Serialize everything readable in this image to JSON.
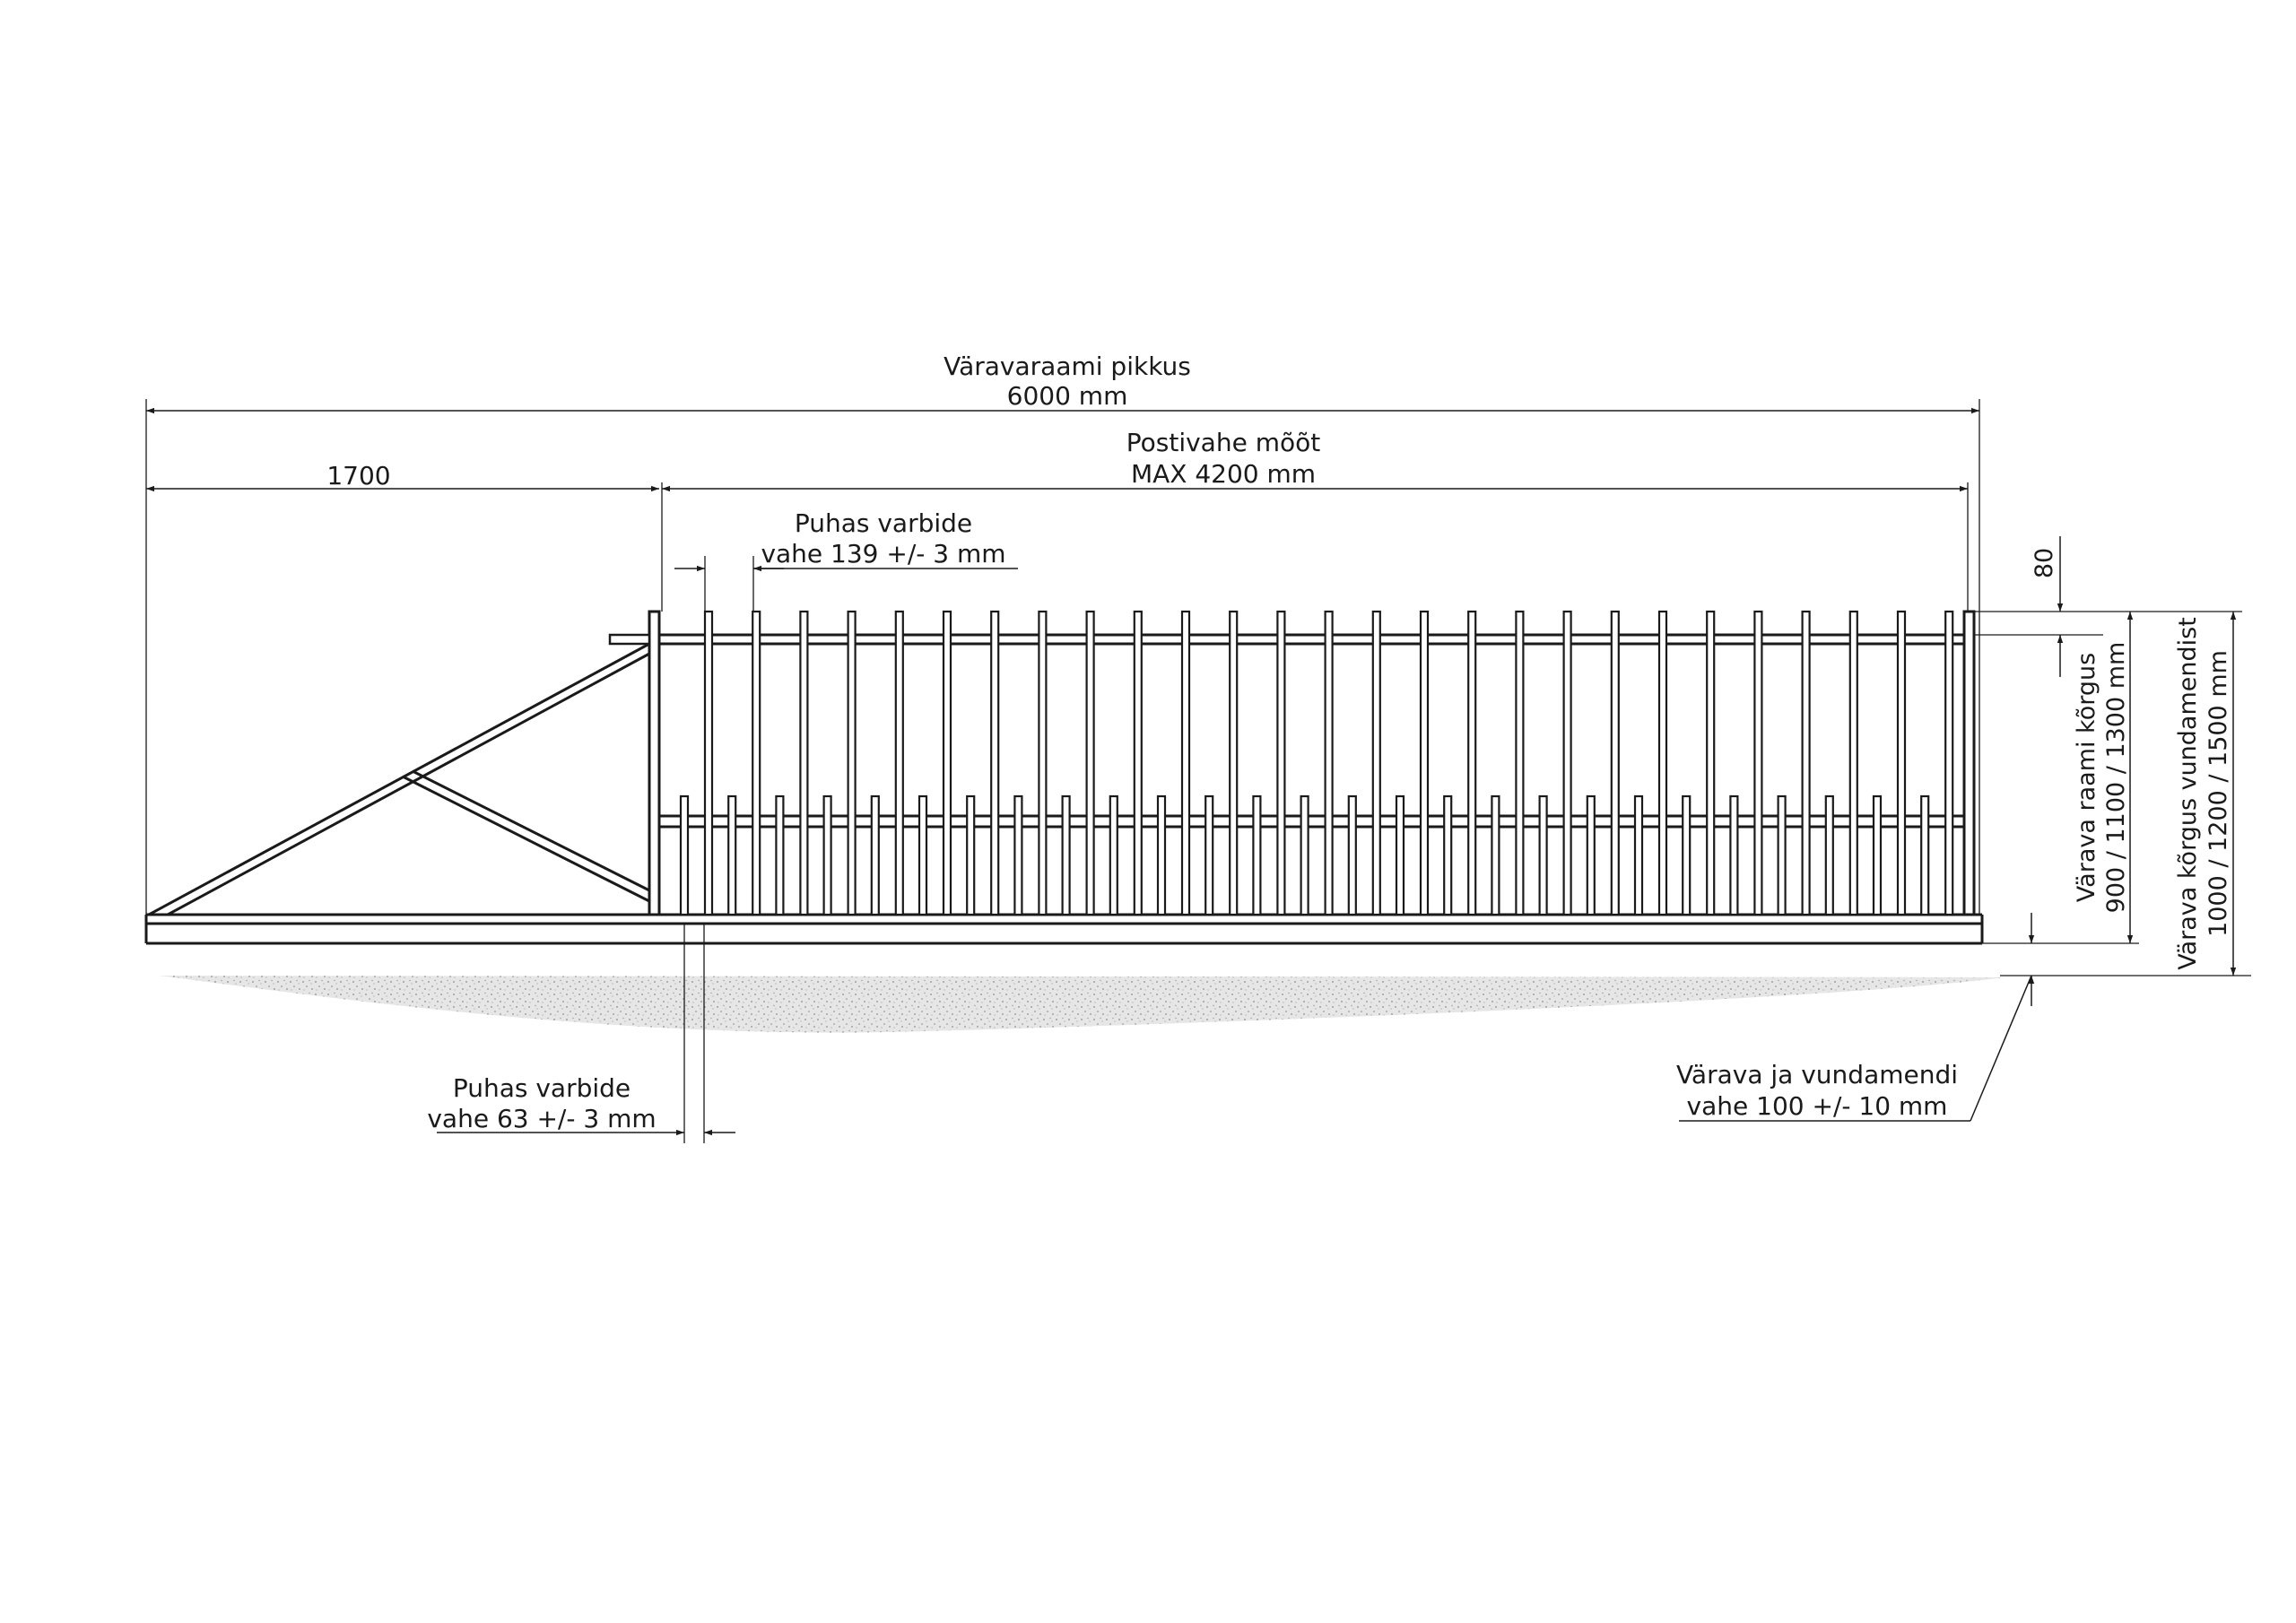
{
  "labels": {
    "total_length_title": "Väravaraami pikkus",
    "total_length_value": "6000 mm",
    "counterweight_length": "1700",
    "post_gap_title": "Postivahe mõõt",
    "post_gap_value": "MAX 4200 mm",
    "top_spacing_title": "Puhas varbide",
    "top_spacing_value": "vahe 139 +/- 3 mm",
    "top_offset": "80",
    "frame_height_title": "Värava raami kõrgus",
    "frame_height_value": "900 / 1100 / 1300 mm",
    "total_height_title": "Värava kõrgus vundamendist",
    "total_height_value": "1000 / 1200 / 1500 mm",
    "bottom_spacing_title": "Puhas varbide",
    "bottom_spacing_value": "vahe 63 +/- 3 mm",
    "foundation_gap_title": "Värava ja vundamendi",
    "foundation_gap_value": "vahe 100 +/- 10 mm"
  },
  "colors": {
    "line": "#1a1a1a",
    "ground_fill": "#e4e4e4",
    "background": "#ffffff"
  }
}
